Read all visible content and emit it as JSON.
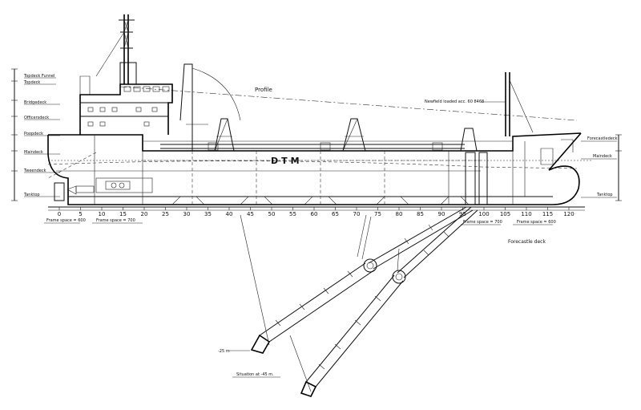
{
  "deck_labels_left": [
    "Topdeck Funnel",
    "Topdeck",
    "Bridgedeck",
    "Officersdeck",
    "Poopdeck",
    "Maindeck",
    "Tweendeck",
    "Tanktop"
  ],
  "deck_labels_right": [
    "Forecastledeck",
    "Maindeck",
    "Tanktop"
  ],
  "titles": {
    "profile": "Profile",
    "forecastle": "Forecastle deck",
    "vessel_name": "DTM",
    "newfield": "Newfield loaded acc. 60 8468"
  },
  "frame_notes": {
    "aft": "Frame space = 600",
    "mid": "Frame space = 700",
    "fwd_a": "Frame space = 700",
    "fwd_b": "Frame space = 600"
  },
  "frame_numbers": [
    "0",
    "5",
    "10",
    "15",
    "20",
    "25",
    "30",
    "35",
    "40",
    "45",
    "50",
    "55",
    "60",
    "65",
    "70",
    "75",
    "80",
    "85",
    "90",
    "95",
    "100",
    "105",
    "110",
    "115",
    "120"
  ],
  "annotations": {
    "depth_25": "-25 m",
    "situation_45": "Situation at -45 m."
  },
  "colors": {
    "line": "#111111",
    "background": "#ffffff"
  }
}
